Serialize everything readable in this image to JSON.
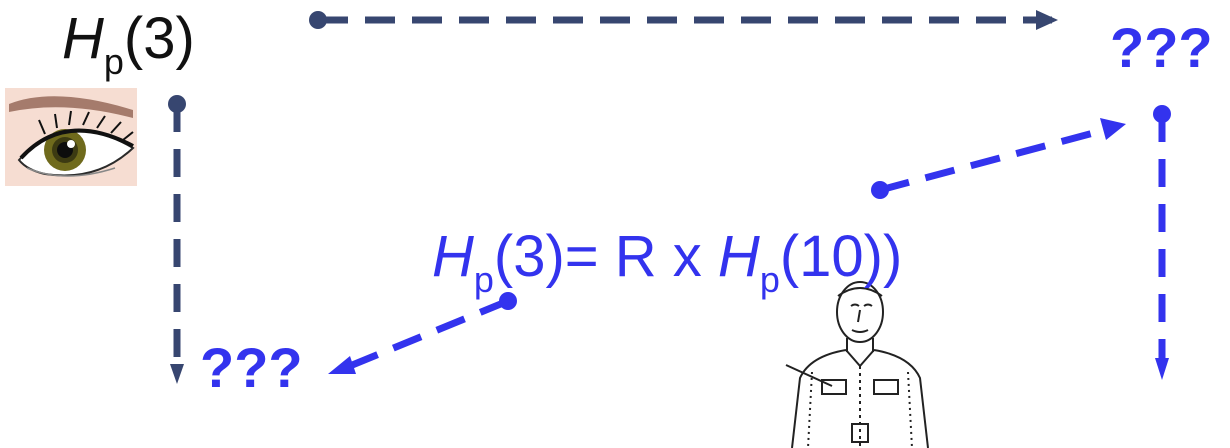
{
  "labels": {
    "top_left_symbol": "H",
    "top_left_subscript": "p",
    "top_left_arg": "(3)",
    "top_right_unknown": "???",
    "bottom_left_unknown": "???",
    "formula_h1": "H",
    "formula_sub1": "p",
    "formula_mid": "(3)= R x ",
    "formula_h2": "H",
    "formula_sub2": "p",
    "formula_end": "(10))"
  },
  "colors": {
    "dark_arrow": "#374670",
    "blue_arrow": "#3333ee",
    "label_black": "#111111",
    "label_blue": "#3333ee"
  },
  "icons": {
    "eye": "eye-illustration",
    "person": "person-with-dosimeter-illustration"
  }
}
